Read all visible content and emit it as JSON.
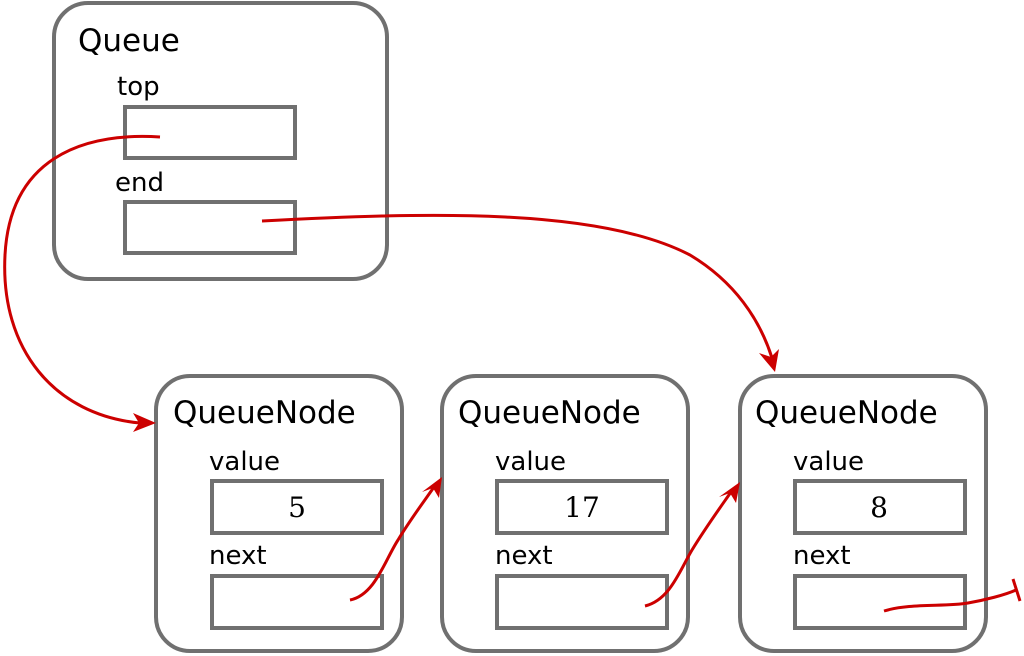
{
  "queue": {
    "title": "Queue",
    "top_label": "top",
    "end_label": "end"
  },
  "nodes": [
    {
      "title": "QueueNode",
      "value_label": "value",
      "value": "5",
      "next_label": "next"
    },
    {
      "title": "QueueNode",
      "value_label": "value",
      "value": "17",
      "next_label": "next"
    },
    {
      "title": "QueueNode",
      "value_label": "value",
      "value": "8",
      "next_label": "next"
    }
  ],
  "colors": {
    "pointer": "#cc0000",
    "box_stroke": "#707070"
  }
}
